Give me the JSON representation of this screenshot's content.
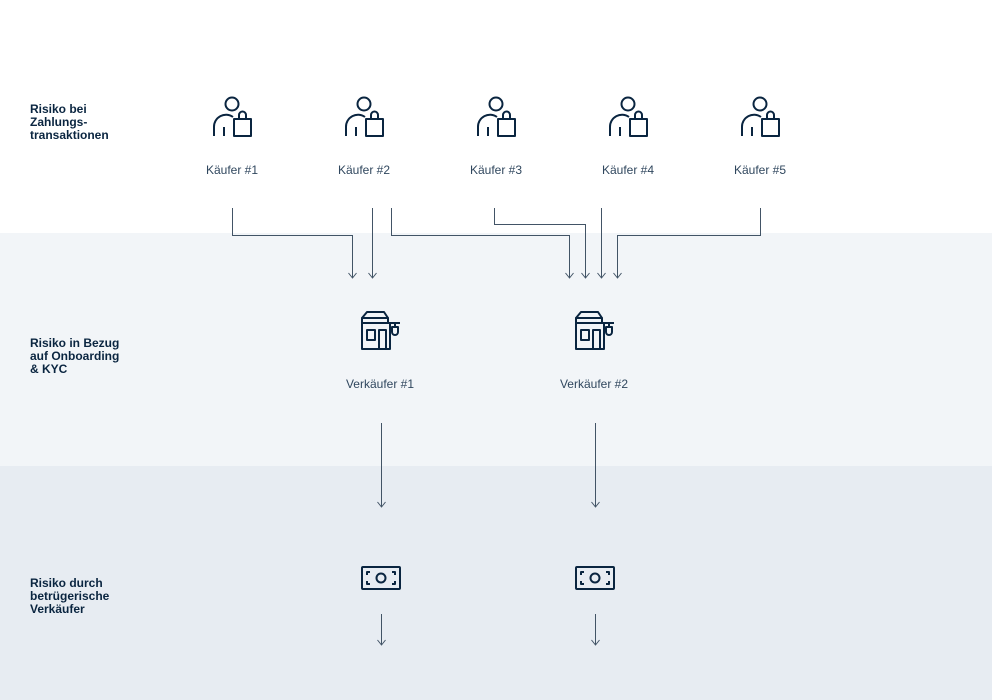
{
  "rows": [
    {
      "label_lines": [
        "Risiko bei",
        "Zahlungs-",
        "transaktionen"
      ]
    },
    {
      "label_lines": [
        "Risiko in Bezug",
        "auf Onboarding",
        "& KYC"
      ]
    },
    {
      "label_lines": [
        "Risiko durch",
        "betrügerische",
        "Verkäufer"
      ]
    }
  ],
  "buyers": [
    {
      "label": "Käufer #1",
      "icon": "shopper-icon"
    },
    {
      "label": "Käufer #2",
      "icon": "shopper-icon"
    },
    {
      "label": "Käufer #3",
      "icon": "shopper-icon"
    },
    {
      "label": "Käufer #4",
      "icon": "shopper-icon"
    },
    {
      "label": "Käufer #5",
      "icon": "shopper-icon"
    }
  ],
  "sellers": [
    {
      "label": "Verkäufer #1",
      "icon": "storefront-icon"
    },
    {
      "label": "Verkäufer #2",
      "icon": "storefront-icon"
    }
  ],
  "payouts": [
    {
      "icon": "banknote-icon"
    },
    {
      "icon": "banknote-icon"
    }
  ],
  "edges": [
    {
      "from": "Käufer #1",
      "to": "Verkäufer #1"
    },
    {
      "from": "Käufer #2",
      "to": "Verkäufer #1"
    },
    {
      "from": "Käufer #2",
      "to": "Verkäufer #2"
    },
    {
      "from": "Käufer #3",
      "to": "Verkäufer #2"
    },
    {
      "from": "Käufer #4",
      "to": "Verkäufer #2"
    },
    {
      "from": "Käufer #5",
      "to": "Verkäufer #2"
    }
  ],
  "colors": {
    "ink": "#0a2540",
    "line": "#425466",
    "band_2": "#f2f5f8",
    "band_3": "#e7ecf2"
  }
}
